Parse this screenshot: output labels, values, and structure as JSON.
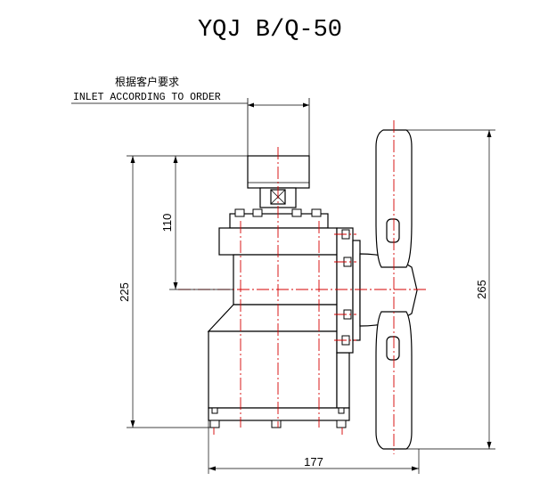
{
  "title": "YQJ B/Q-50",
  "note": {
    "chinese": "根据客户要求",
    "english": "INLET ACCORDING TO ORDER"
  },
  "dimensions": {
    "inlet_height": "110",
    "body_height": "225",
    "wheel_height": "265",
    "overall_width": "177"
  },
  "colors": {
    "outline": "#000000",
    "centerline": "#d40000",
    "background": "#ffffff"
  }
}
